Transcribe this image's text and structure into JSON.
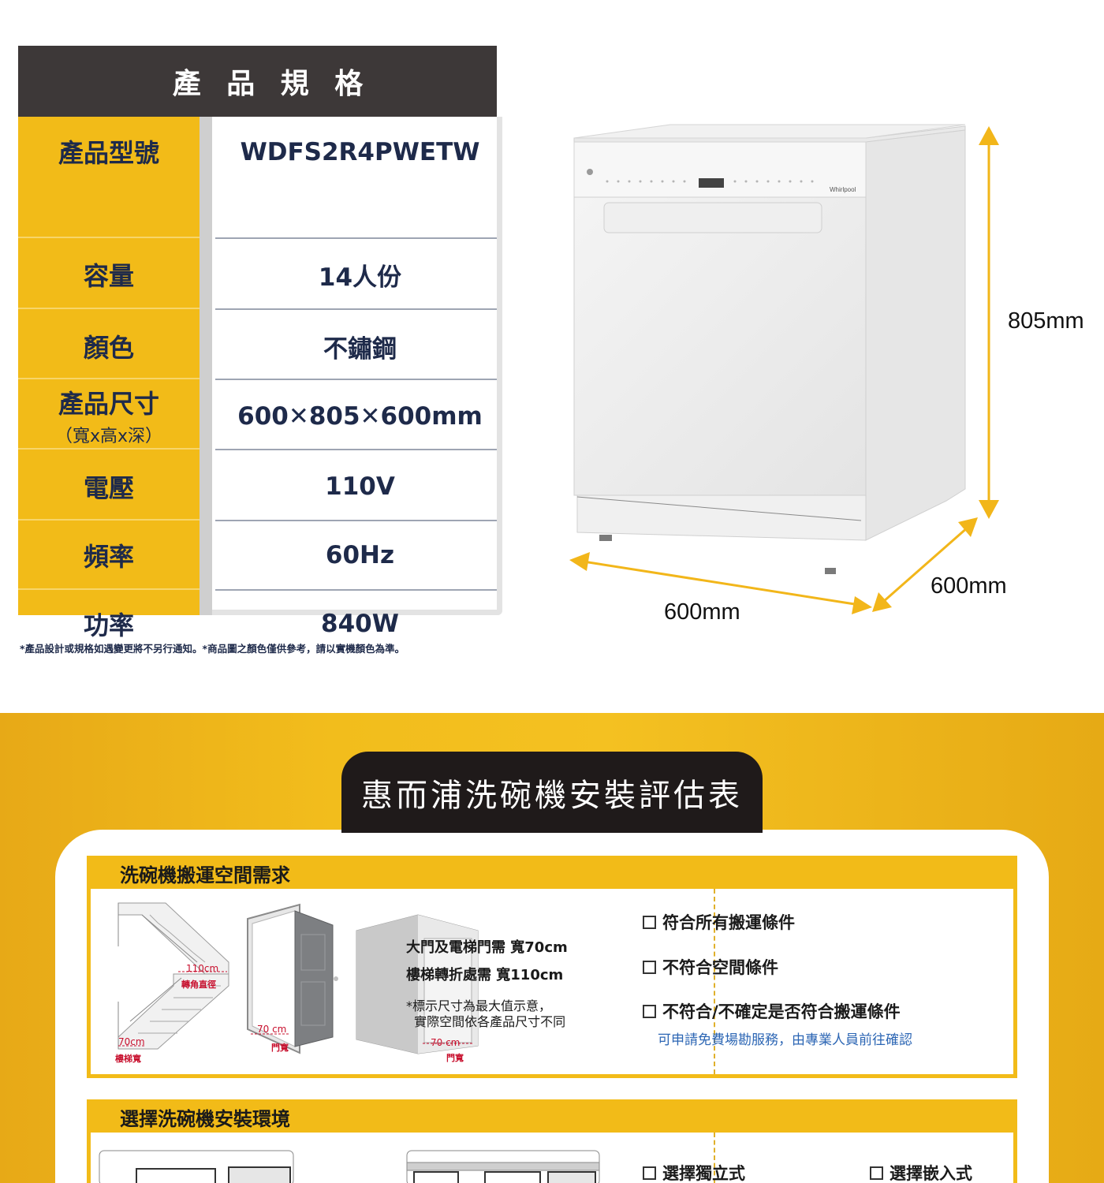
{
  "spec": {
    "title": "產 品 規 格",
    "rows": [
      {
        "label": "產品型號",
        "sub": "",
        "value": "WDFS2R4PWETW"
      },
      {
        "label": "容量",
        "sub": "",
        "value": "14人份"
      },
      {
        "label": "顏色",
        "sub": "",
        "value": "不鏽鋼"
      },
      {
        "label": "產品尺寸",
        "sub": "（寬x高x深）",
        "value": "600✕805✕600mm"
      },
      {
        "label": "電壓",
        "sub": "",
        "value": "110V"
      },
      {
        "label": "頻率",
        "sub": "",
        "value": "60Hz"
      },
      {
        "label": "功率",
        "sub": "",
        "value": "840W"
      }
    ],
    "disclaimer": "*產品設計或規格如遇變更將不另行通知。*商品圖之顏色僅供參考，請以實機顏色為準。"
  },
  "dimensions": {
    "height": "805mm",
    "width": "600mm",
    "depth": "600mm",
    "brand": "Whirlpool"
  },
  "assessment": {
    "title": "惠而浦洗碗機安裝評估表",
    "section1": {
      "header": "洗碗機搬運空間需求",
      "stair_turn_dim": "110cm",
      "stair_turn_label": "轉角直徑",
      "stair_width_dim": "70cm",
      "stair_width_label": "樓梯寬",
      "door_dim": "70 cm",
      "door_label": "門寬",
      "elevator_dim": "70 cm",
      "elevator_label": "門寬",
      "req1": "大門及電梯門需 寬70cm",
      "req2": "樓梯轉折處需 寬110cm",
      "note": "*標示尺寸為最大值示意，\n  實際空間依各產品尺寸不同",
      "options": [
        "符合所有搬運條件",
        "不符合空間條件",
        "不符合/不確定是否符合搬運條件"
      ],
      "option_note": "可申請免費場勘服務，由專業人員前往確認"
    },
    "section2": {
      "header": "選擇洗碗機安裝環境",
      "options": [
        "選擇獨立式",
        "選擇嵌入式"
      ]
    }
  },
  "colors": {
    "accent_gold": "#f2bb18",
    "header_dark": "#3d3838",
    "text_navy": "#1e2a4a",
    "note_blue": "#2c66b4",
    "dim_red": "#c8102e"
  }
}
